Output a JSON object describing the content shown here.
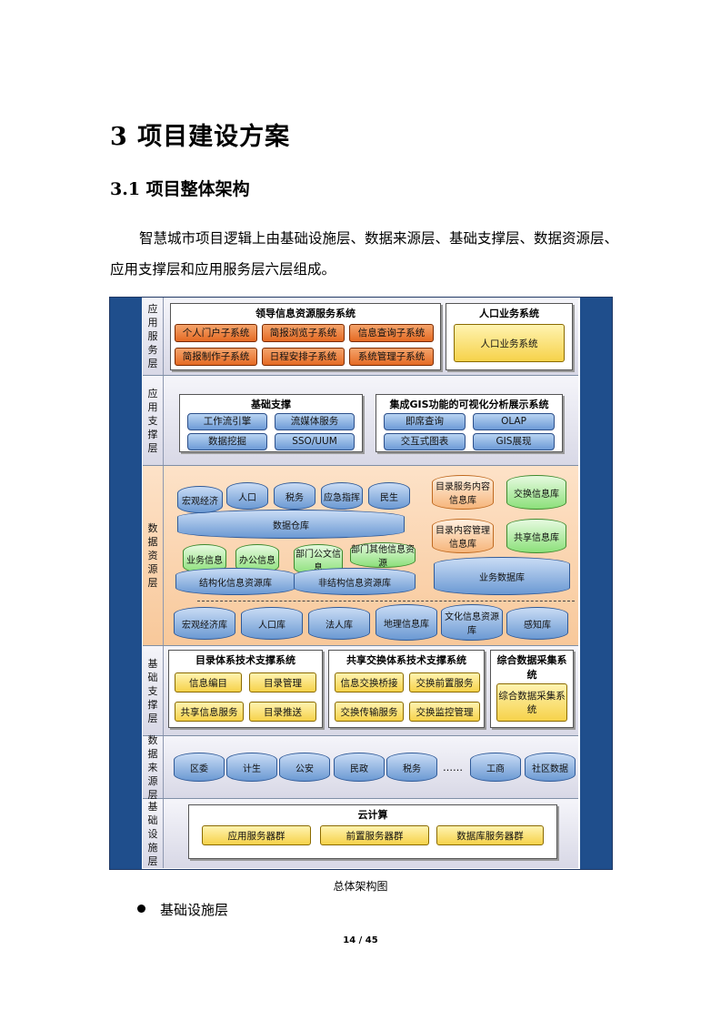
{
  "heading1": "3 项目建设方案",
  "heading2": "3.1  项目整体架构",
  "paragraph_line1": "智慧城市项目逻辑上由基础设施层、数据来源层、基础支撑层、数据资源层、",
  "paragraph_line2": "应用支撑层和应用服务层六层组成。",
  "diagram": {
    "layers": {
      "app_service": "应用服务层",
      "app_support": "应用支撑层",
      "data_resource": "数据资源层",
      "base_support": "基础支撑层",
      "data_source": "数据来源层",
      "infrastructure": "基础设施层"
    },
    "app_service": {
      "group1_title": "领导信息资源服务系统",
      "buttons": [
        "个人门户子系统",
        "简报浏览子系统",
        "信息查询子系统",
        "简报制作子系统",
        "日程安排子系统",
        "系统管理子系统"
      ],
      "group2_title": "人口业务系统",
      "group2_button": "人口业务系统"
    },
    "app_support": {
      "group1_title": "基础支撑",
      "group1_buttons": [
        "工作流引擎",
        "流媒体服务",
        "数据挖掘",
        "SSO/UUM"
      ],
      "group2_title": "集成GIS功能的可视化分析展示系统",
      "group2_buttons": [
        "即席查询",
        "OLAP",
        "交互式图表",
        "GIS展现"
      ]
    },
    "data_resource": {
      "warehouse_tops": [
        "宏观经济",
        "人口",
        "税务",
        "应急指挥",
        "民生"
      ],
      "warehouse": "数据仓库",
      "right_cyls": [
        "目录服务内容信息库",
        "交换信息库",
        "目录内容管理信息库",
        "共享信息库"
      ],
      "structured_tops": [
        "业务信息",
        "办公信息"
      ],
      "structured": "结构化信息资源库",
      "unstructured_tops": [
        "部门公文信息",
        "部门其他信息资源"
      ],
      "unstructured": "非结构信息资源库",
      "business_db": "业务数据库",
      "bottom_cyls": [
        "宏观经济库",
        "人口库",
        "法人库",
        "地理信息库",
        "文化信息资源库",
        "感知库"
      ]
    },
    "base_support": {
      "group1_title": "目录体系技术支撑系统",
      "group1_buttons": [
        "信息编目",
        "目录管理",
        "共享信息服务",
        "目录推送"
      ],
      "group2_title": "共享交换体系技术支撑系统",
      "group2_buttons": [
        "信息交换桥接",
        "交换前置服务",
        "交换传输服务",
        "交换监控管理"
      ],
      "group3_title": "综合数据采集系统",
      "group3_button": "综合数据采集系统"
    },
    "data_source": {
      "items": [
        "区委",
        "计生",
        "公安",
        "民政",
        "税务",
        "工商",
        "社区数据"
      ],
      "ellipsis": "……"
    },
    "infrastructure": {
      "group_title": "云计算",
      "buttons": [
        "应用服务器群",
        "前置服务器群",
        "数据库服务器群"
      ]
    }
  },
  "caption": "总体架构图",
  "bullet": "基础设施层",
  "page_number": "14 / 45"
}
